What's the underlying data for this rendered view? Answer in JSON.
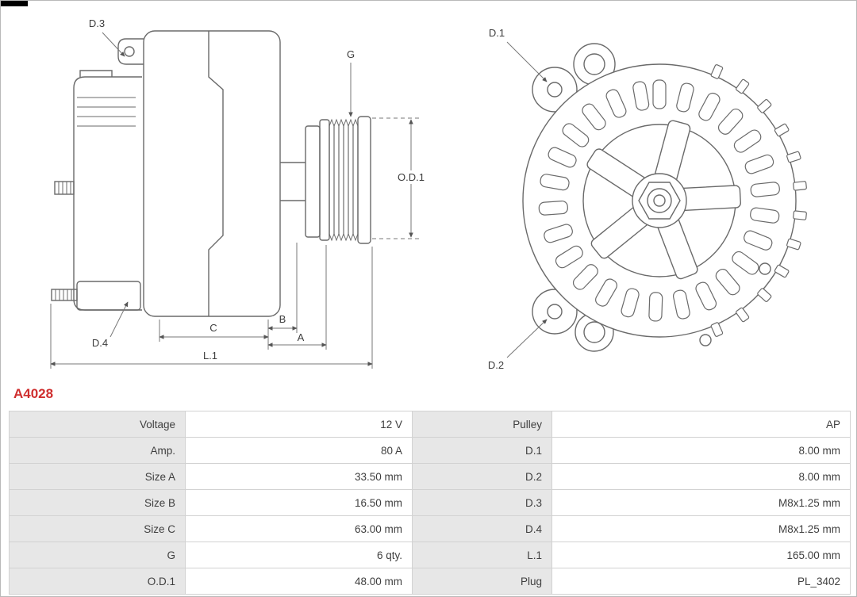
{
  "part_number": "A4028",
  "colors": {
    "accent_red": "#cf2e2e",
    "table_label_bg": "#e7e7e7",
    "line_art": "#6a6a6a"
  },
  "diagram": {
    "side_view_labels": {
      "d3": "D.3",
      "d4": "D.4",
      "g": "G",
      "od1": "O.D.1",
      "a": "A",
      "b": "B",
      "c": "C",
      "l1": "L.1"
    },
    "rear_view_labels": {
      "d1": "D.1",
      "d2": "D.2"
    }
  },
  "table": {
    "rows": [
      {
        "label_left": "Voltage",
        "value_left": "12 V",
        "label_right": "Pulley",
        "value_right": "AP"
      },
      {
        "label_left": "Amp.",
        "value_left": "80 A",
        "label_right": "D.1",
        "value_right": "8.00 mm"
      },
      {
        "label_left": "Size A",
        "value_left": "33.50 mm",
        "label_right": "D.2",
        "value_right": "8.00 mm"
      },
      {
        "label_left": "Size B",
        "value_left": "16.50 mm",
        "label_right": "D.3",
        "value_right": "M8x1.25 mm"
      },
      {
        "label_left": "Size C",
        "value_left": "63.00 mm",
        "label_right": "D.4",
        "value_right": "M8x1.25 mm"
      },
      {
        "label_left": "G",
        "value_left": "6 qty.",
        "label_right": "L.1",
        "value_right": "165.00 mm"
      },
      {
        "label_left": "O.D.1",
        "value_left": "48.00 mm",
        "label_right": "Plug",
        "value_right": "PL_3402"
      }
    ]
  }
}
